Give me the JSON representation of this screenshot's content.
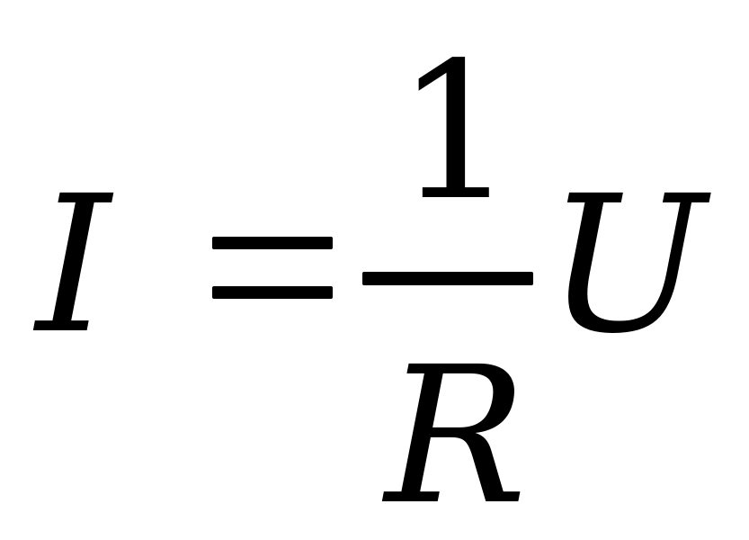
{
  "equation": {
    "lhs": "I",
    "operator": "=",
    "numerator": "1",
    "denominator": "R",
    "factor": "U"
  }
}
